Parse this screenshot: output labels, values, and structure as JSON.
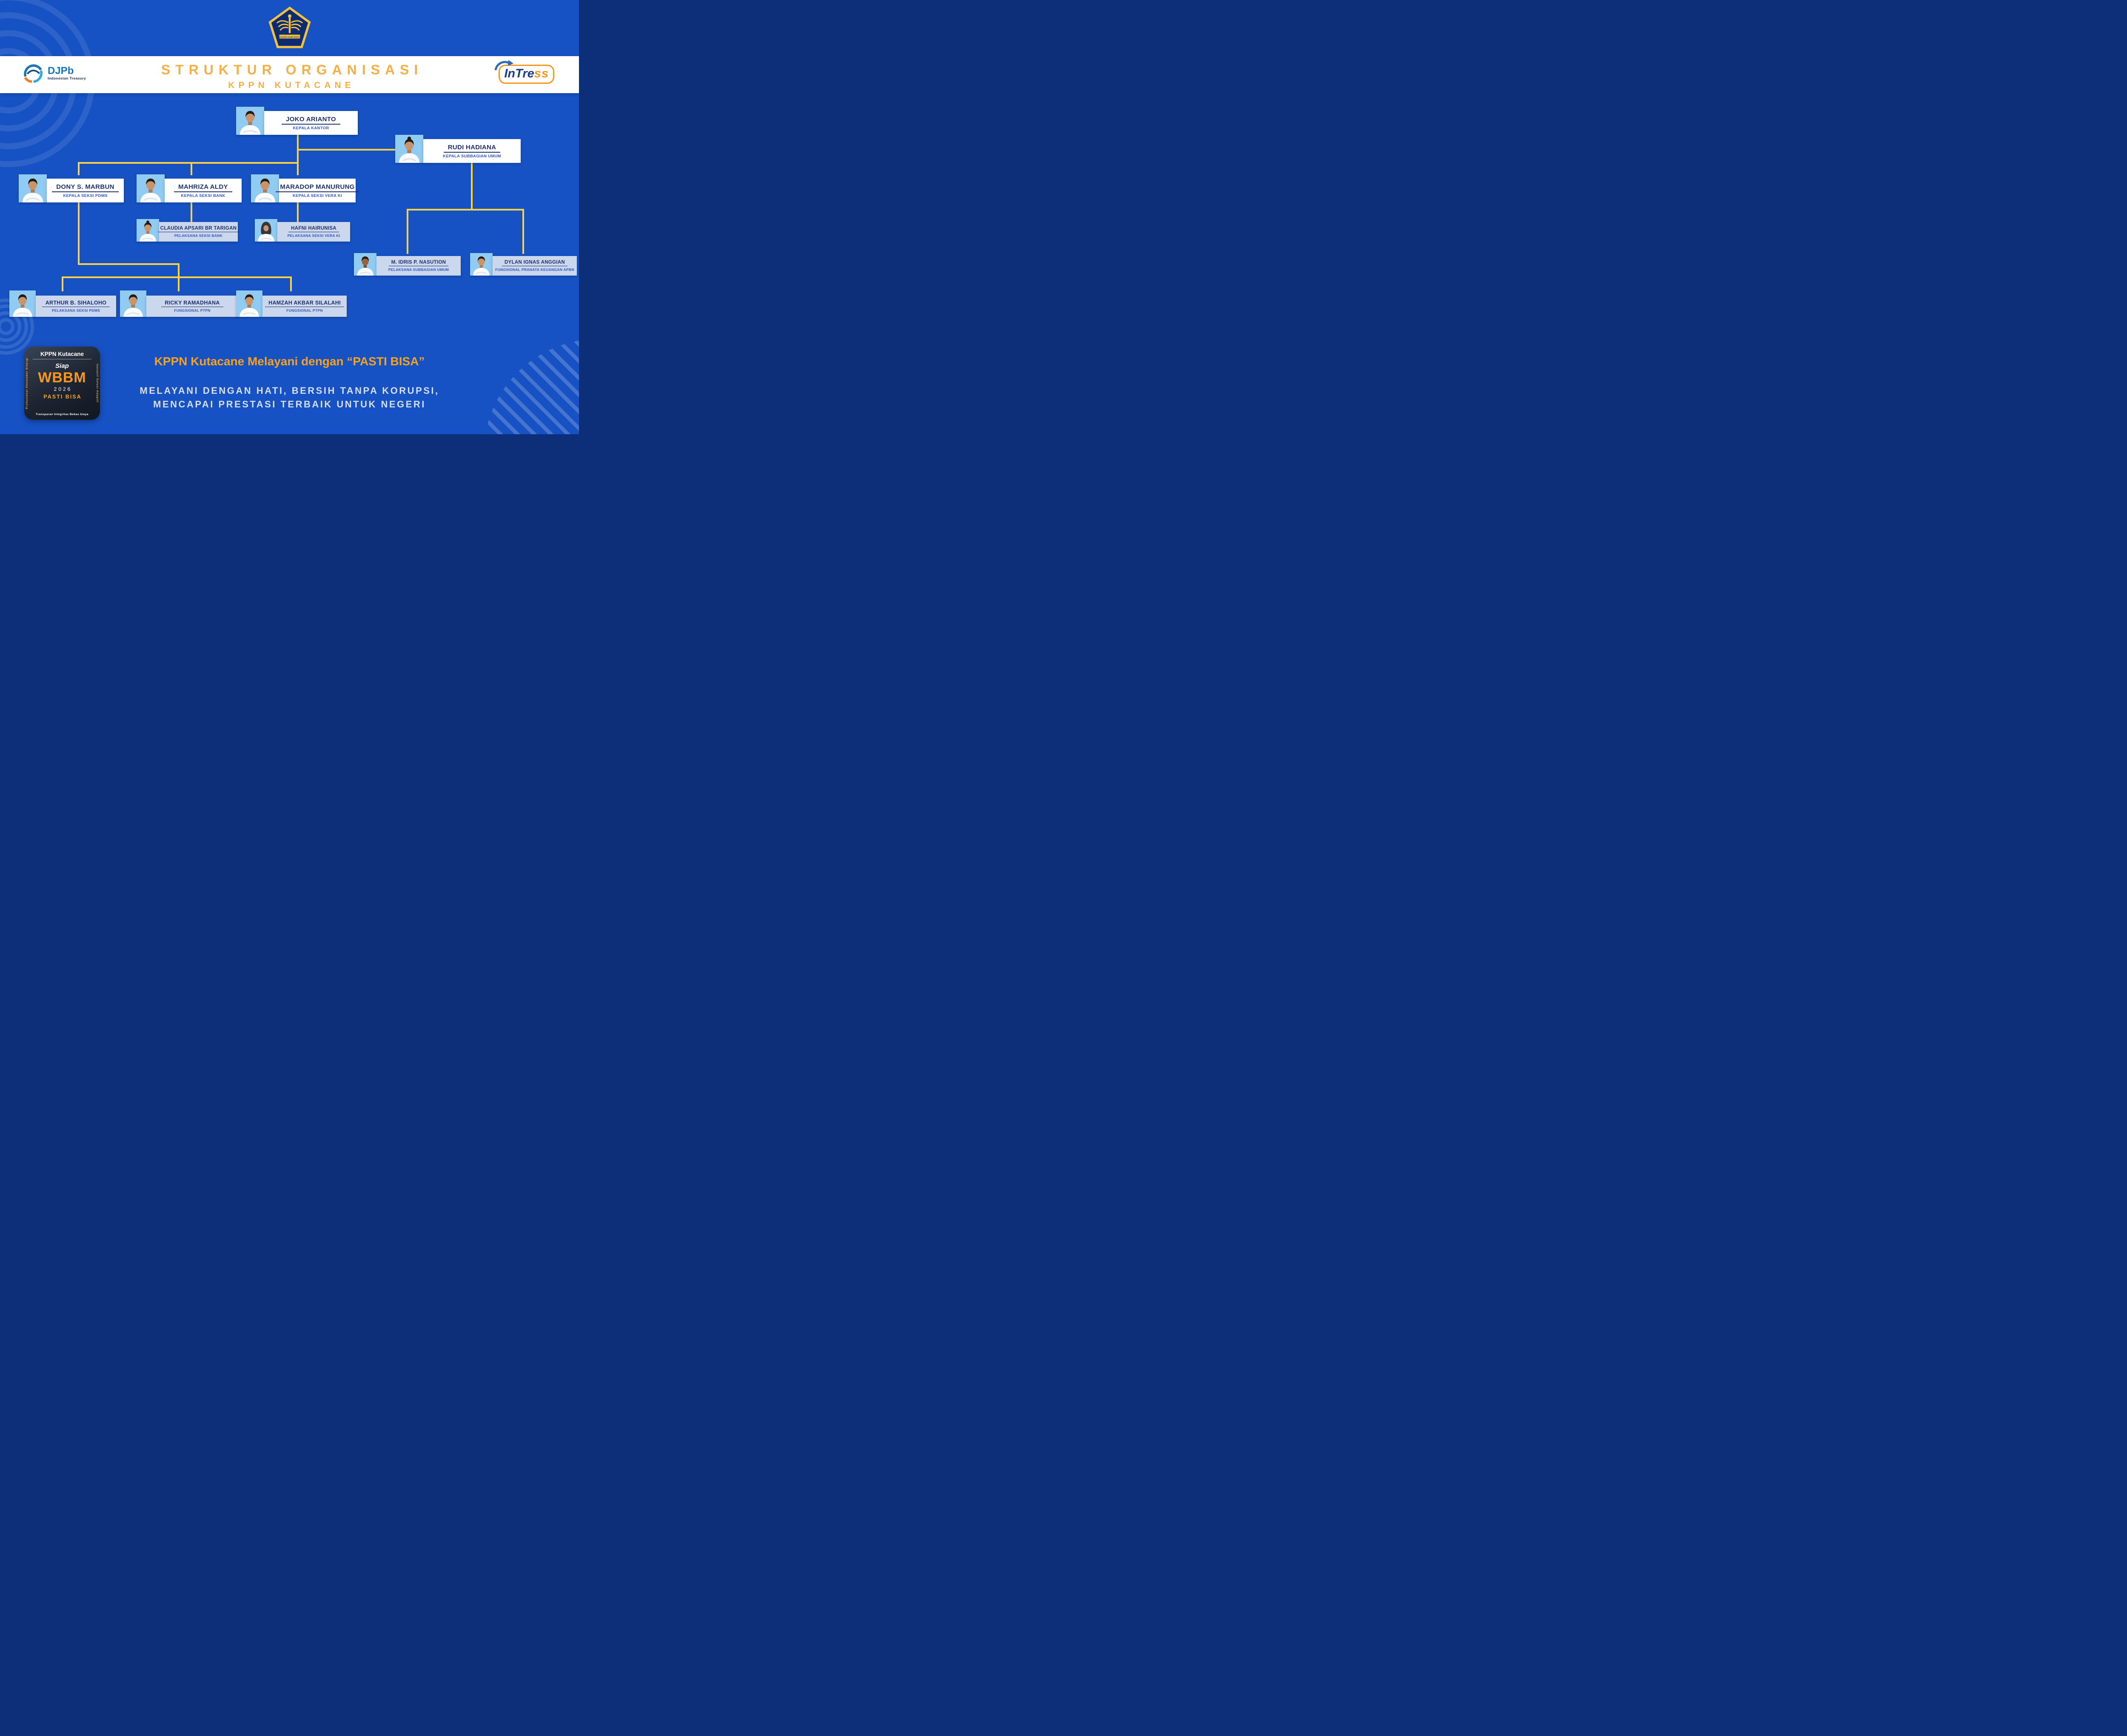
{
  "header": {
    "djpb_name": "DJPb",
    "djpb_subtitle": "Indonesian Treasury",
    "title_line1": "STRUKTUR ORGANISASI",
    "title_line2": "KPPN KUTACANE",
    "emblem_ribbon": "NAGARA DANA RAKCA",
    "intress": {
      "part1": "In",
      "part2": "Tre",
      "part3": "ss"
    }
  },
  "org": {
    "nodes": [
      {
        "id": "joko",
        "name": "JOKO ARIANTO",
        "title": "KEPALA KANTOR",
        "parent": null
      },
      {
        "id": "rudi",
        "name": "RUDI HADIANA",
        "title": "KEPALA SUBBAGIAN UMUM",
        "parent": "joko"
      },
      {
        "id": "dony",
        "name": "DONY S. MARBUN",
        "title": "KEPALA SEKSI PDMS",
        "parent": "joko"
      },
      {
        "id": "mahriza",
        "name": "MAHRIZA ALDY",
        "title": "KEPALA SEKSI BANK",
        "parent": "joko"
      },
      {
        "id": "maradop",
        "name": "MARADOP MANURUNG",
        "title": "KEPALA SEKSI VERA KI",
        "parent": "joko"
      },
      {
        "id": "claudia",
        "name": "CLAUDIA APSARI BR TARIGAN",
        "title": "PELAKSANA SEKSI BANK",
        "parent": "mahriza"
      },
      {
        "id": "hafni",
        "name": "HAFNI HAIRUNISA",
        "title": "PELAKSANA SEKSI VERA KI",
        "parent": "maradop"
      },
      {
        "id": "arthur",
        "name": "ARTHUR B. SIHALOHO",
        "title": "PELAKSANA SEKSI PDMS",
        "parent": "dony"
      },
      {
        "id": "ricky",
        "name": "RICKY RAMADHANA",
        "title": "FUNGSIONAL PTPN",
        "parent": "dony"
      },
      {
        "id": "hamzah",
        "name": "HAMZAH AKBAR SILALAHI",
        "title": "FUNGSIONAL PTPN",
        "parent": "dony"
      },
      {
        "id": "idris",
        "name": "M. IDRIS P. NASUTION",
        "title": "PELAKSANA SUBBAGIAN UMUM",
        "parent": "rudi"
      },
      {
        "id": "dylan",
        "name": "DYLAN IGNAS ANGGIAN",
        "title": "FUNGSIONAL PRANATA KEUANGAN APBN",
        "parent": "rudi"
      }
    ]
  },
  "badge": {
    "top": "KPPN Kutacane",
    "line1": "Siap",
    "line2": "WBBM",
    "line3": "2026",
    "line4": "PASTI BISA",
    "bottom": "Transparan Integritas Bebas biaya",
    "left_vertical": "Profesional Akuntabel Sinergi",
    "right_vertical": "Inovatif Solusi Adaptif"
  },
  "footer": {
    "tagline": "KPPN Kutacane Melayani dengan “PASTI BISA”",
    "slogan_line1": "MELAYANI DENGAN HATI, BERSIH TANPA KORUPSI,",
    "slogan_line2": "MENCAPAI PRESTASI TERBAIK UNTUK NEGERI"
  },
  "colors": {
    "background_blue": "#1652C3",
    "connector_yellow": "#FFD23F",
    "title_orange": "#F6AF44",
    "tagline_orange": "#F6A21C",
    "navy_text": "#20306B",
    "role_blue": "#2C55C9",
    "staff_box_blue": "#CBD7EC",
    "photo_blue": "#8FCBF2"
  }
}
